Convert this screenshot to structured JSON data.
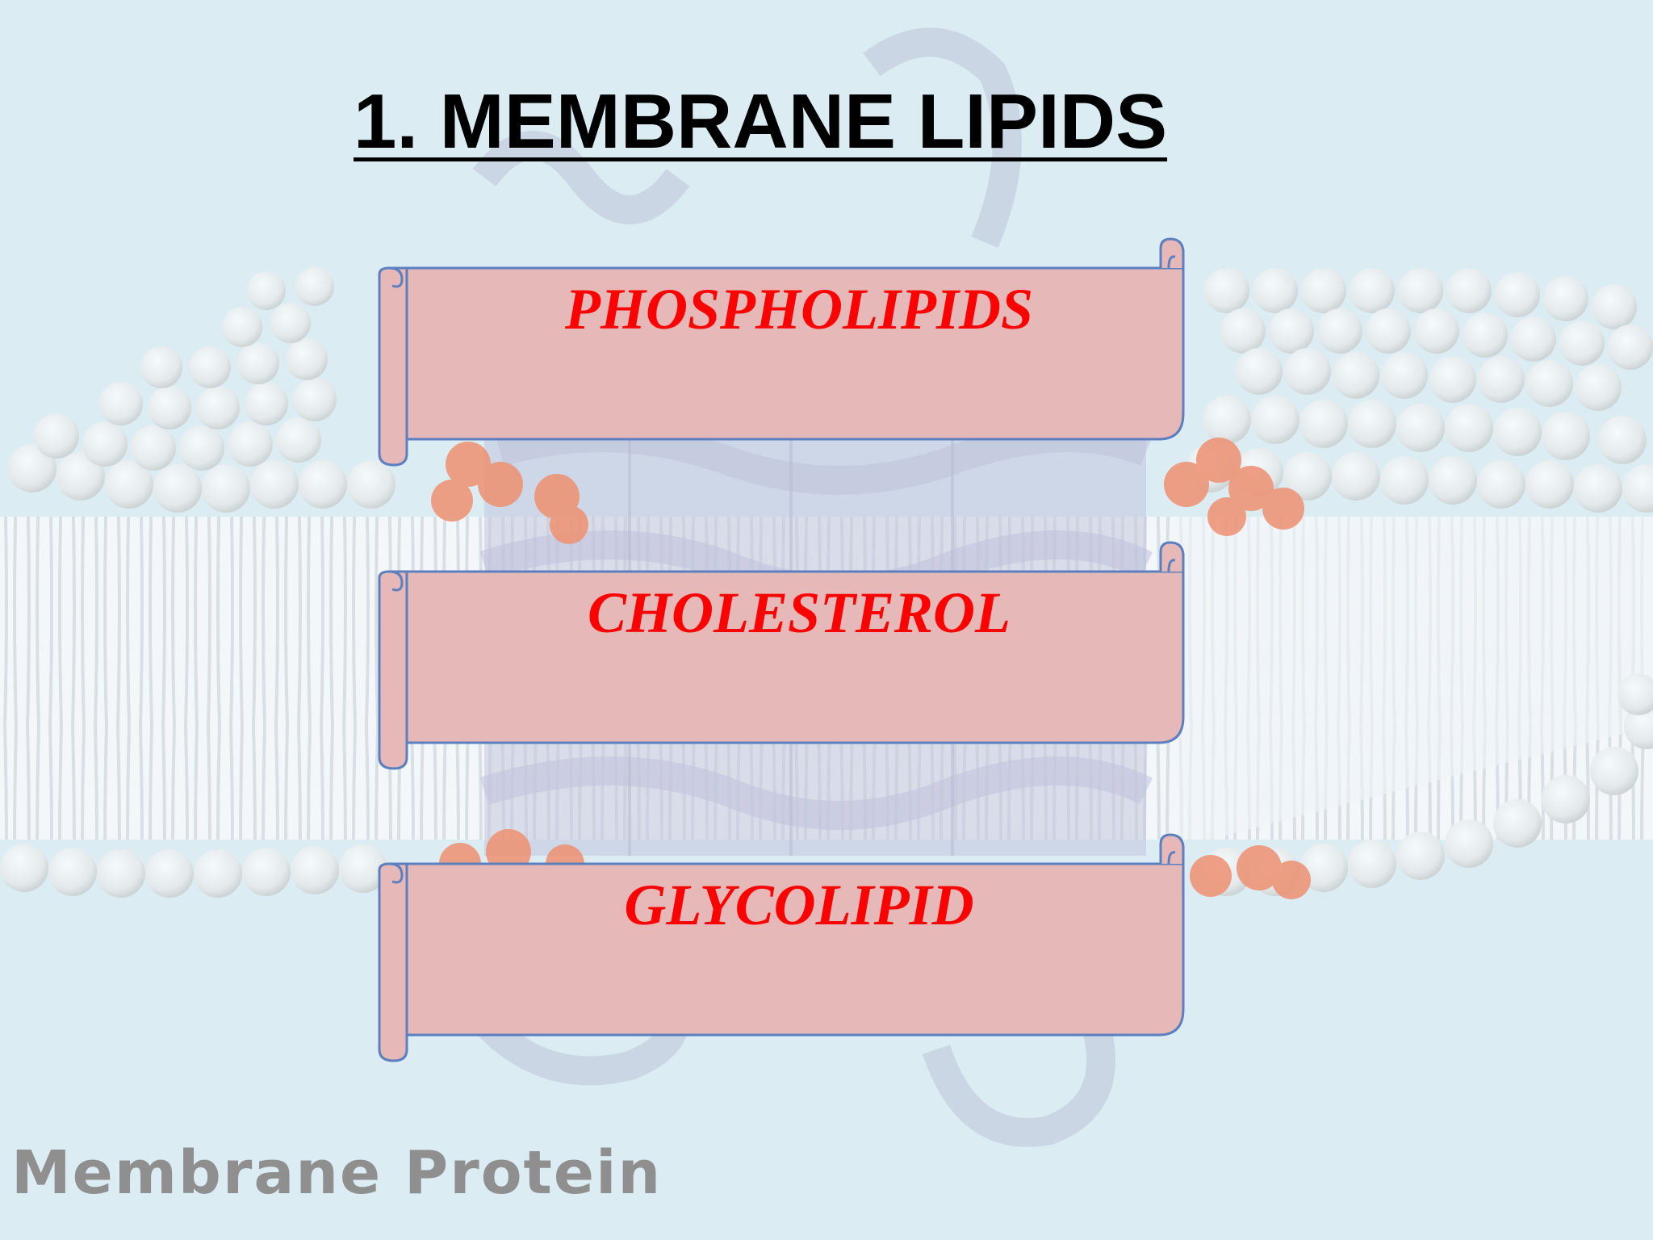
{
  "slide": {
    "title": "1. MEMBRANE LIPIDS",
    "background_caption": "Membrane Protein"
  },
  "lipid_types": [
    {
      "label": "PHOSPHOLIPIDS"
    },
    {
      "label": "CHOLESTEROL"
    },
    {
      "label": "GLYCOLIPID"
    }
  ],
  "colors": {
    "background": "#dcedf3",
    "scroll_fill": "#e6b8b8",
    "scroll_outline": "#5b7fbf",
    "label_text": "#ff0000",
    "title_text": "#000000"
  }
}
